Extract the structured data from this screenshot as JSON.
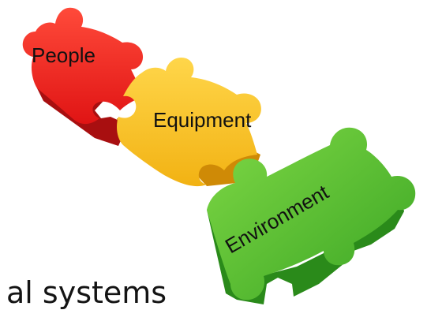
{
  "pieces": {
    "people": {
      "label": "People",
      "color": "#e51e1e",
      "shade": "#a80f10"
    },
    "equipment": {
      "label": "Equipment",
      "color": "#f7c21d",
      "shade": "#d28f07"
    },
    "environment": {
      "label": "Environment",
      "color": "#58c232",
      "shade": "#2a8a1a"
    }
  },
  "caption": "al systems"
}
